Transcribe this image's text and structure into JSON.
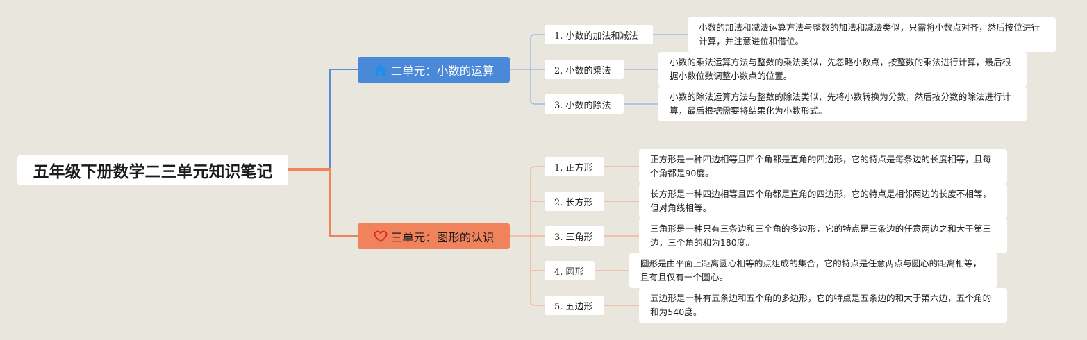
{
  "root": {
    "title": "五年级下册数学二三单元知识笔记"
  },
  "branches": [
    {
      "label": "二单元：小数的运算",
      "icon": "home-icon",
      "color": "#4a88d8",
      "line_color": "#5a8ed4",
      "leaf_line_color": "#9dbbe4",
      "topics": [
        {
          "label": "1. 小数的加法和减法",
          "note": "小数的加法和减法运算方法与整数的加法和减法类似，只需将小数点对齐，然后按位进行计算，并注意进位和借位。"
        },
        {
          "label": "2. 小数的乘法",
          "note": "小数的乘法运算方法与整数的乘法类似，先忽略小数点，按整数的乘法进行计算，最后根据小数位数调整小数点的位置。"
        },
        {
          "label": "3. 小数的除法",
          "note": "小数的除法运算方法与整数的除法类似，先将小数转换为分数，然后按分数的除法进行计算，最后根据需要将结果化为小数形式。"
        }
      ]
    },
    {
      "label": "三单元：图形的认识",
      "icon": "heart-icon",
      "color": "#f0825c",
      "line_color": "#f0825c",
      "leaf_line_color": "#f2b39c",
      "topics": [
        {
          "label": "1. 正方形",
          "note": "正方形是一种四边相等且四个角都是直角的四边形，它的特点是每条边的长度相等，且每个角都是90度。"
        },
        {
          "label": "2. 长方形",
          "note": "长方形是一种四边相等且四个角都是直角的四边形，它的特点是相邻两边的长度不相等，但对角线相等。"
        },
        {
          "label": "3. 三角形",
          "note": "三角形是一种只有三条边和三个角的多边形，它的特点是三条边的任意两边之和大于第三边，三个角的和为180度。"
        },
        {
          "label": "4. 圆形",
          "note": "圆形是由平面上距离圆心相等的点组成的集合，它的特点是任意两点与圆心的距离相等，且有且仅有一个圆心。"
        },
        {
          "label": "5. 五边形",
          "note": "五边形是一种有五条边和五个角的多边形，它的特点是五条边的和大于第六边，五个角的和为540度。"
        }
      ]
    }
  ]
}
